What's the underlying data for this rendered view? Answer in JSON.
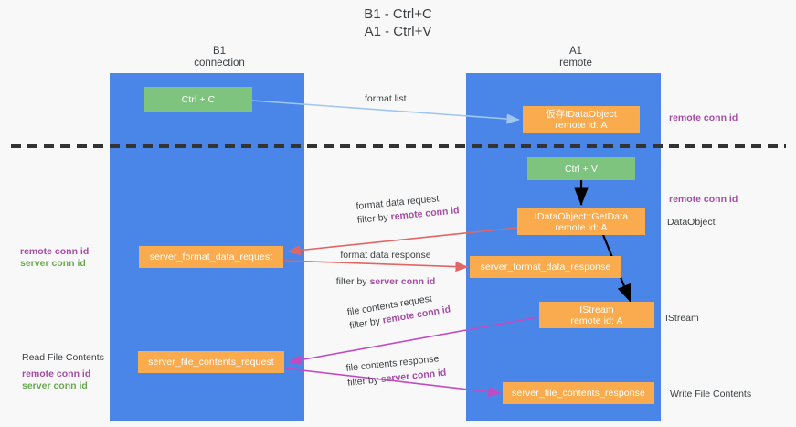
{
  "title": {
    "line1": "B1 - Ctrl+C",
    "line2": "A1 - Ctrl+V"
  },
  "columns": [
    {
      "name": "B1",
      "role": "connection"
    },
    {
      "name": "A1",
      "role": "remote"
    }
  ],
  "nodes": {
    "ctrl_c": "Ctrl + C",
    "ctrl_v": "Ctrl + V",
    "idataobject_title": "仮存IDataObject",
    "idataobject_sub": "remote id: A",
    "getdata_title": "IDataObject::GetData",
    "getdata_sub": "remote id: A",
    "istream_title": "IStream",
    "istream_sub": "remote id: A",
    "server_format_data_request": "server_format_data_request",
    "server_format_data_response": "server_format_data_response",
    "server_file_contents_request": "server_file_contents_request",
    "server_file_contents_response": "server_file_contents_response"
  },
  "edges": {
    "format_list": "format list",
    "format_data_request": "format data request",
    "format_data_request_filter_prefix": "filter by ",
    "format_data_request_filter_key": "remote conn id",
    "format_data_response": "format data response",
    "format_data_response_filter_prefix": "filter by ",
    "format_data_response_filter_key": "server conn id",
    "file_contents_request": "file contents request",
    "file_contents_request_filter_prefix": "filter by ",
    "file_contents_request_filter_key": "remote conn id",
    "file_contents_response": "file contents response",
    "file_contents_response_filter_prefix": "filter by ",
    "file_contents_response_filter_key": "server conn id"
  },
  "annotations": {
    "right_remote_conn_id_top": "remote conn id",
    "right_remote_conn_id_mid": "remote conn id",
    "right_dataobject": "DataObject",
    "right_istream": "IStream",
    "right_write_file_contents": "Write File Contents",
    "left_remote_conn_id_mid": "remote conn id",
    "left_server_conn_id_mid": "server conn id",
    "left_read_file_contents": "Read File Contents",
    "left_remote_conn_id_bottom": "remote conn id",
    "left_server_conn_id_bottom": "server conn id"
  },
  "colors": {
    "background": "#f8f8f8",
    "lane": "#4a86e8",
    "node_green": "#7ec47e",
    "node_orange": "#f9ab4e",
    "arrow_light_blue": "#9fc5f0",
    "arrow_red": "#e06666",
    "arrow_black": "#000000",
    "arrow_magenta": "#c24bc2",
    "key_purple": "#a64ca6",
    "key_green": "#6aa84f",
    "text": "#3c4043"
  }
}
